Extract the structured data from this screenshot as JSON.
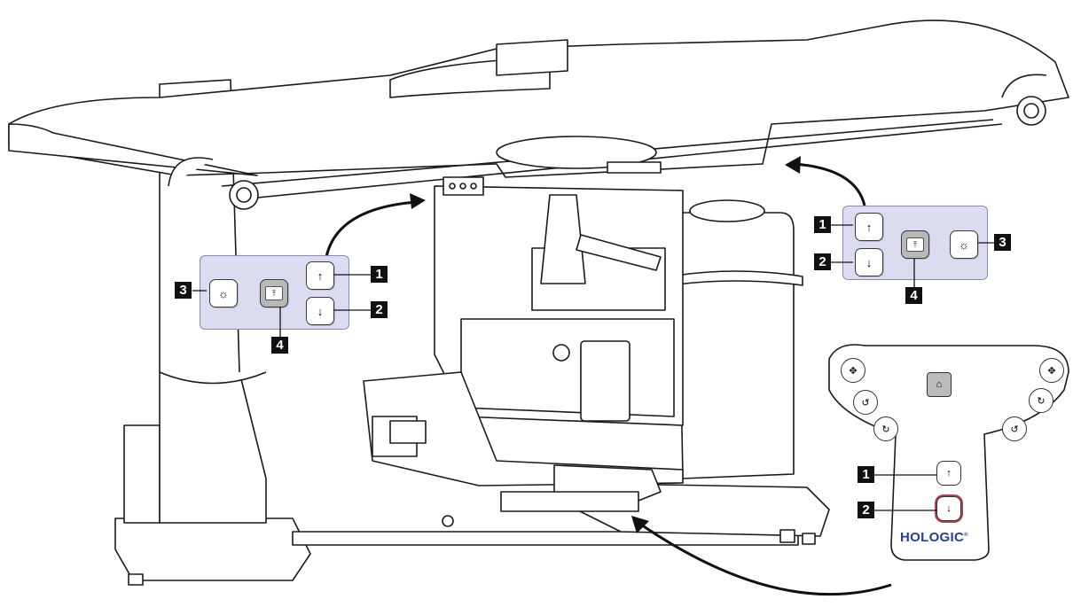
{
  "callouts": {
    "left": {
      "n1": "1",
      "n2": "2",
      "n3": "3",
      "n4": "4"
    },
    "right": {
      "n1": "1",
      "n2": "2",
      "n3": "3",
      "n4": "4"
    },
    "pendant": {
      "n1": "1",
      "n2": "2"
    }
  },
  "icons": {
    "up_arrow": "↑",
    "down_arrow": "↓",
    "light": "☼",
    "home": "⤒"
  },
  "brand": {
    "name": "HOLOGIC",
    "mark": "®"
  },
  "colors": {
    "panel_fill": "#dcdcf0",
    "panel_border": "#8a8ab0",
    "tag_fill": "#111111",
    "brand_blue": "#2b3f8e",
    "down_button_ring": "#b04050"
  }
}
